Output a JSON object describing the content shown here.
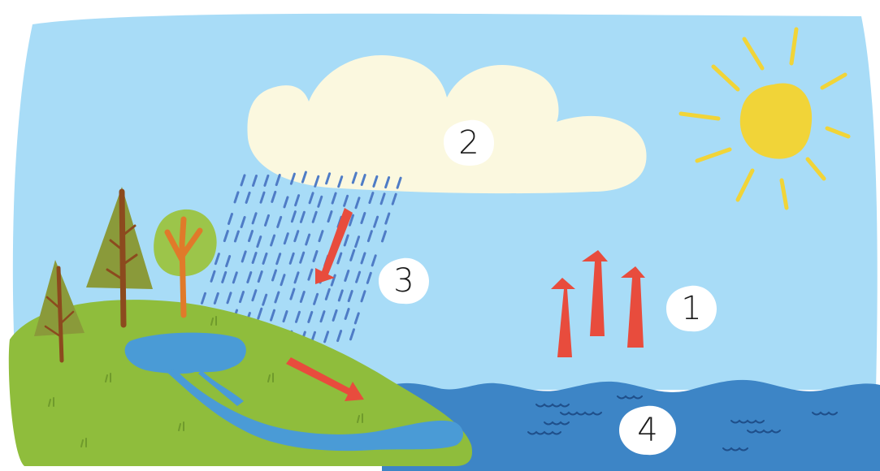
{
  "diagram": {
    "colors": {
      "sky": "#a8dcf7",
      "cloud": "#fbf8df",
      "sun": "#f1d438",
      "hill": "#8fbd3c",
      "ocean": "#3d85c6",
      "lake": "#4a9bd6",
      "rain": "#4f7cc6",
      "arrow": "#e84c3d",
      "tree_dark": "#8a9a3a",
      "trunk": "#8c4a1e",
      "tree_round": "#9cc54a",
      "trunk_orange": "#e07a2a"
    },
    "labels": [
      {
        "id": "evaporation",
        "text": "1"
      },
      {
        "id": "condensation",
        "text": "2"
      },
      {
        "id": "precipitation",
        "text": "3"
      },
      {
        "id": "collection",
        "text": "4"
      }
    ]
  }
}
